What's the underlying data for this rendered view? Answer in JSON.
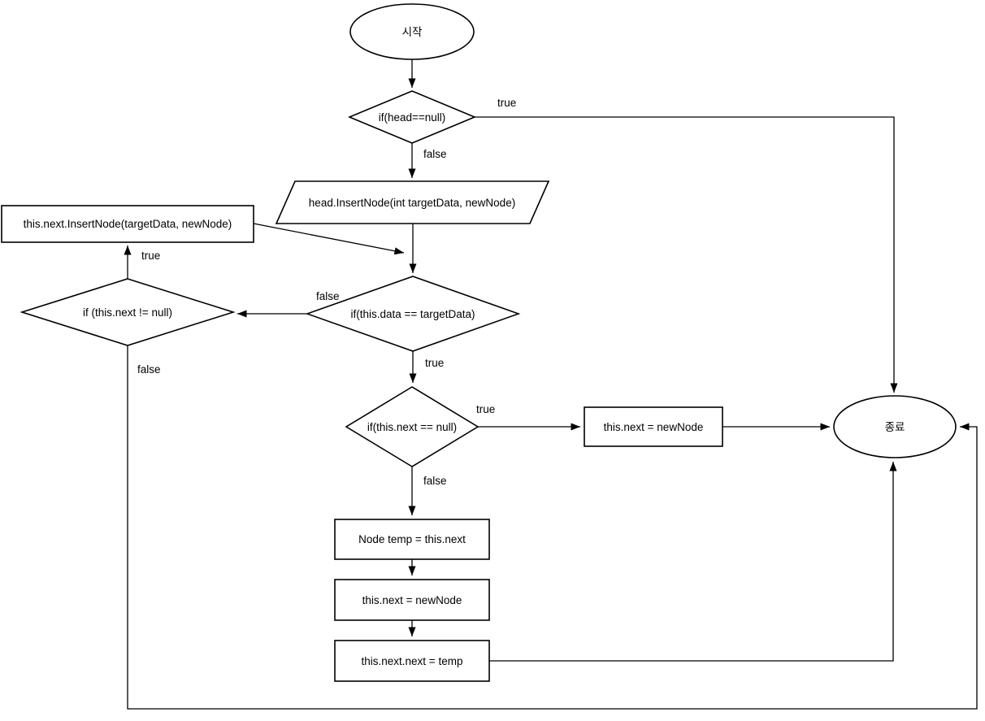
{
  "diagram": {
    "description": "Flowchart of linked list InsertNode algorithm",
    "colors": {
      "stroke": "#000000",
      "node_fill": "#ffffff",
      "background": "#ffffff",
      "text": "#000000"
    },
    "nodes": {
      "start": {
        "label": "시작",
        "type": "terminator"
      },
      "if_head_null": {
        "label": "if(head==null)",
        "type": "decision"
      },
      "head_insert_call": {
        "label": "head.InsertNode(int targetData, newNode)",
        "type": "io"
      },
      "recursive_call": {
        "label": "this.next.InsertNode(targetData, newNode)",
        "type": "process"
      },
      "if_next_not_null": {
        "label": "if (this.next != null)",
        "type": "decision"
      },
      "if_data_eq_target": {
        "label": "if(this.data == targetData)",
        "type": "decision"
      },
      "if_next_null": {
        "label": "if(this.next == null)",
        "type": "decision"
      },
      "set_next_newnode_tail": {
        "label": "this.next = newNode",
        "type": "process"
      },
      "node_temp_assign": {
        "label": "Node temp = this.next",
        "type": "process"
      },
      "set_next_newnode_mid": {
        "label": "this.next = newNode",
        "type": "process"
      },
      "set_nextnext_temp": {
        "label": "this.next.next = temp",
        "type": "process"
      },
      "end": {
        "label": "종료",
        "type": "terminator"
      }
    },
    "edge_labels": {
      "if_head_null_true": "true",
      "if_head_null_false": "false",
      "if_data_eq_target_false": "false",
      "if_data_eq_target_true": "true",
      "if_next_not_null_true": "true",
      "if_next_not_null_false": "false",
      "if_next_null_true": "true",
      "if_next_null_false": "false"
    }
  }
}
